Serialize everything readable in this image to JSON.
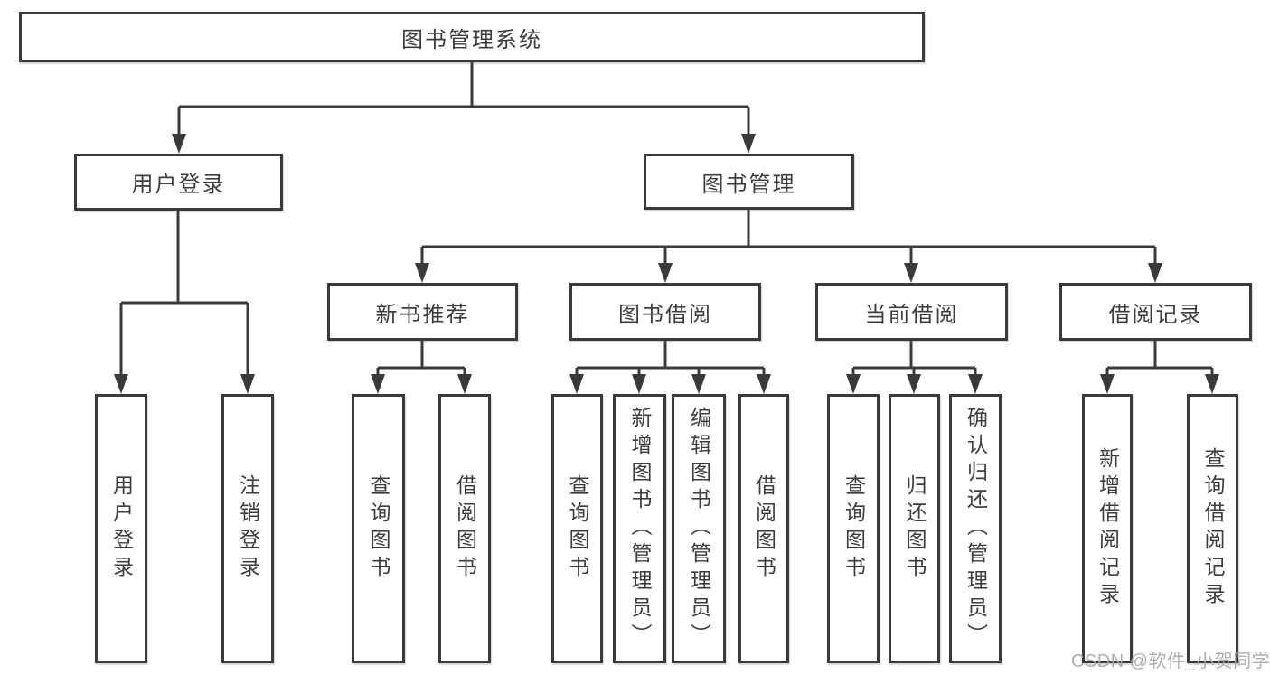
{
  "diagram_title": "图书管理系统",
  "tree": {
    "label": "图书管理系统",
    "children": [
      {
        "label": "用户登录",
        "children": [
          {
            "label": "用户登录"
          },
          {
            "label": "注销登录"
          }
        ]
      },
      {
        "label": "图书管理",
        "children": [
          {
            "label": "新书推荐",
            "children": [
              {
                "label": "查询图书"
              },
              {
                "label": "借阅图书"
              }
            ]
          },
          {
            "label": "图书借阅",
            "children": [
              {
                "label": "查询图书"
              },
              {
                "label": "新增图书（管理员）"
              },
              {
                "label": "编辑图书（管理员）"
              },
              {
                "label": "借阅图书"
              }
            ]
          },
          {
            "label": "当前借阅",
            "children": [
              {
                "label": "查询图书"
              },
              {
                "label": "归还图书"
              },
              {
                "label": "确认归还（管理员）"
              }
            ]
          },
          {
            "label": "借阅记录",
            "children": [
              {
                "label": "新增借阅记录"
              },
              {
                "label": "查询借阅记录"
              }
            ]
          }
        ]
      }
    ]
  },
  "watermark": "CSDN @软件_小贺同学",
  "colors": {
    "line": "#3a3a3a",
    "text": "#3d3d3d",
    "watermark": "#a6a6a6",
    "background": "#ffffff"
  }
}
